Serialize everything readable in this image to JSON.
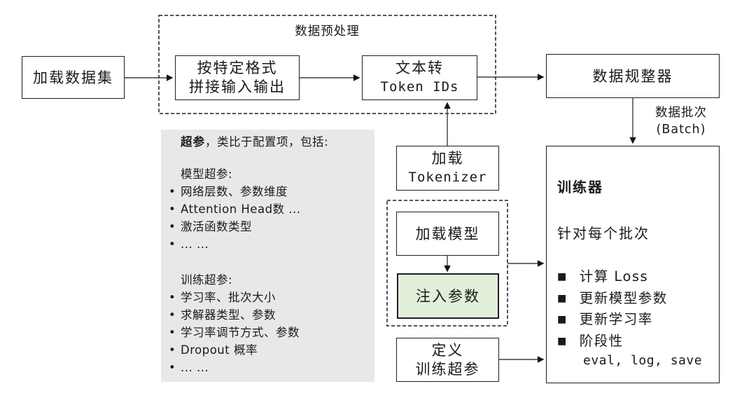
{
  "diagram": {
    "preprocess": {
      "label": "数据预处理"
    },
    "boxes": {
      "load_dataset": {
        "label": "加载数据集"
      },
      "concat": {
        "line1": "按特定格式",
        "line2": "拼接输入输出"
      },
      "text_to_token": {
        "line1": "文本转",
        "line2": "Token IDs"
      },
      "collator": {
        "label": "数据规整器"
      },
      "tokenizer": {
        "line1": "加载",
        "line2": "Tokenizer"
      },
      "load_model": {
        "label": "加载模型"
      },
      "inject_params": {
        "label": "注入参数"
      },
      "define_hparams": {
        "line1": "定义",
        "line2": "训练超参"
      }
    },
    "batch_label": {
      "line1": "数据批次",
      "line2": "(Batch)"
    },
    "trainer": {
      "title": "训练器",
      "subtitle": "针对每个批次",
      "bullets": [
        "计算 Loss",
        "更新模型参数",
        "更新学习率",
        "阶段性"
      ],
      "bullets_detail": "eval, log, save"
    },
    "note": {
      "title_bold": "超参",
      "title_rest": "，类比于配置项，包括:",
      "model_heading": "模型超参:",
      "model_items": [
        "网络层数、参数维度",
        "Attention Head数 ...",
        "激活函数类型",
        "... ..."
      ],
      "train_heading": "训练超参:",
      "train_items": [
        "学习率、批次大小",
        "求解器类型、参数",
        "学习率调节方式、参数",
        "Dropout 概率",
        "... ..."
      ]
    },
    "colors": {
      "inject_fill": "#e2efda",
      "note_bg": "#e8e8e8",
      "box_border": "#1f1f1f",
      "arrow": "#3f3f3f"
    }
  }
}
